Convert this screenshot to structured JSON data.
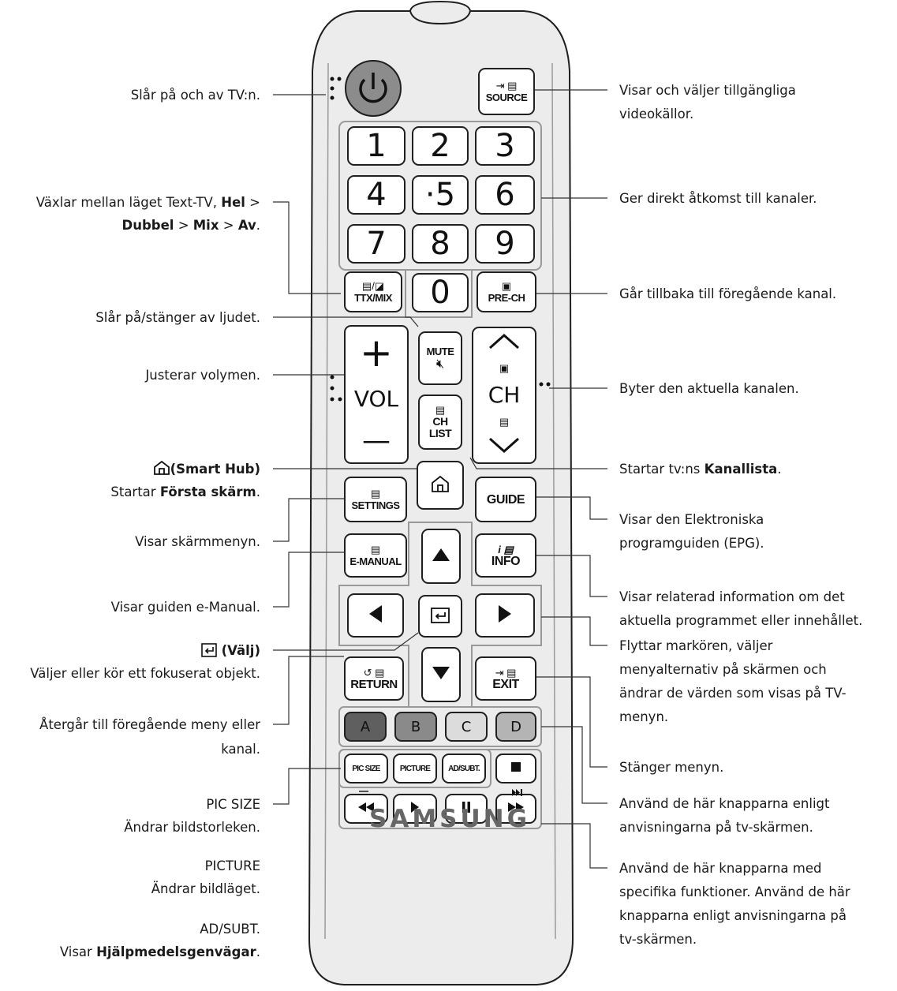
{
  "left": {
    "power": "Slår på och av TV:n.",
    "ttx_1": "Växlar mellan läget Text-TV,",
    "ttx_hel": "Hel",
    "ttx_sep1": ">",
    "ttx_dubbel": "Dubbel",
    "ttx_sep2": ">",
    "ttx_mix": "Mix",
    "ttx_sep3": ">",
    "ttx_av": "Av",
    "ttx_end": ".",
    "mute": "Slår på/stänger av ljudet.",
    "volume": "Justerar volymen.",
    "home_title": "(Smart Hub)",
    "home_desc_1": "Startar",
    "home_desc_b": "Första skärm",
    "home_desc_end": ".",
    "settings": "Visar skärmmenyn.",
    "emanual": "Visar guiden e-Manual.",
    "select_title": "(Välj)",
    "select_desc": "Väljer eller kör ett fokuserat objekt.",
    "return_1": "Återgår till föregående meny eller",
    "return_2": "kanal.",
    "picsize_title": "PIC SIZE",
    "picsize_desc": "Ändrar bildstorleken.",
    "picture_title": "PICTURE",
    "picture_desc": "Ändrar bildläget.",
    "adsubt_title": "AD/SUBT.",
    "adsubt_desc_1": "Visar",
    "adsubt_desc_b": "Hjälpmedelsgenvägar",
    "adsubt_desc_end": "."
  },
  "right": {
    "source_1": "Visar och väljer tillgängliga",
    "source_2": "videokällor.",
    "numbers": "Ger direkt åtkomst till kanaler.",
    "prech": "Går tillbaka till föregående kanal.",
    "ch": "Byter den aktuella kanalen.",
    "chlist_1": "Startar tv:ns",
    "chlist_b": "Kanallista",
    "chlist_end": ".",
    "guide_1": "Visar den Elektroniska",
    "guide_2": "programguiden (EPG).",
    "info_1": "Visar relaterad information om det",
    "info_2": "aktuella programmet eller innehållet.",
    "dir_1": "Flyttar markören, väljer",
    "dir_2": "menyalternativ på skärmen och",
    "dir_3": "ändrar de värden som visas på TV-",
    "dir_4": "menyn.",
    "exit": "Stänger menyn.",
    "colors_1": "Använd de här knapparna enligt",
    "colors_2": "anvisningarna på tv-skärmen.",
    "media_1": "Använd de här knapparna med",
    "media_2": "specifika funktioner. Använd de här",
    "media_3": "knapparna enligt anvisningarna på",
    "media_4": "tv-skärmen."
  },
  "remote": {
    "source": "SOURCE",
    "digits": [
      "1",
      "2",
      "3",
      "4",
      "·5",
      "6",
      "7",
      "8",
      "9",
      "0"
    ],
    "ttx": "TTX/MIX",
    "prech": "PRE-CH",
    "mute": "MUTE",
    "vol_plus": "+",
    "vol": "VOL",
    "vol_minus": "—",
    "ch": "CH",
    "chlist_1": "CH",
    "chlist_2": "LIST",
    "settings": "SETTINGS",
    "guide": "GUIDE",
    "emanual": "E-MANUAL",
    "info": "INFO",
    "return": "RETURN",
    "exit": "EXIT",
    "color_a": "A",
    "color_b": "B",
    "color_c": "C",
    "color_d": "D",
    "picsize": "PIC SIZE",
    "picture": "PICTURE",
    "adsubt": "AD/SUBT.",
    "brand": "SAMSUNG"
  },
  "colors": {
    "remote_body": "#ececec",
    "btn_a": "#5f5f5f",
    "btn_b": "#8a8a8a",
    "btn_c": "#dcdcdc",
    "btn_d": "#b4b4b4"
  }
}
